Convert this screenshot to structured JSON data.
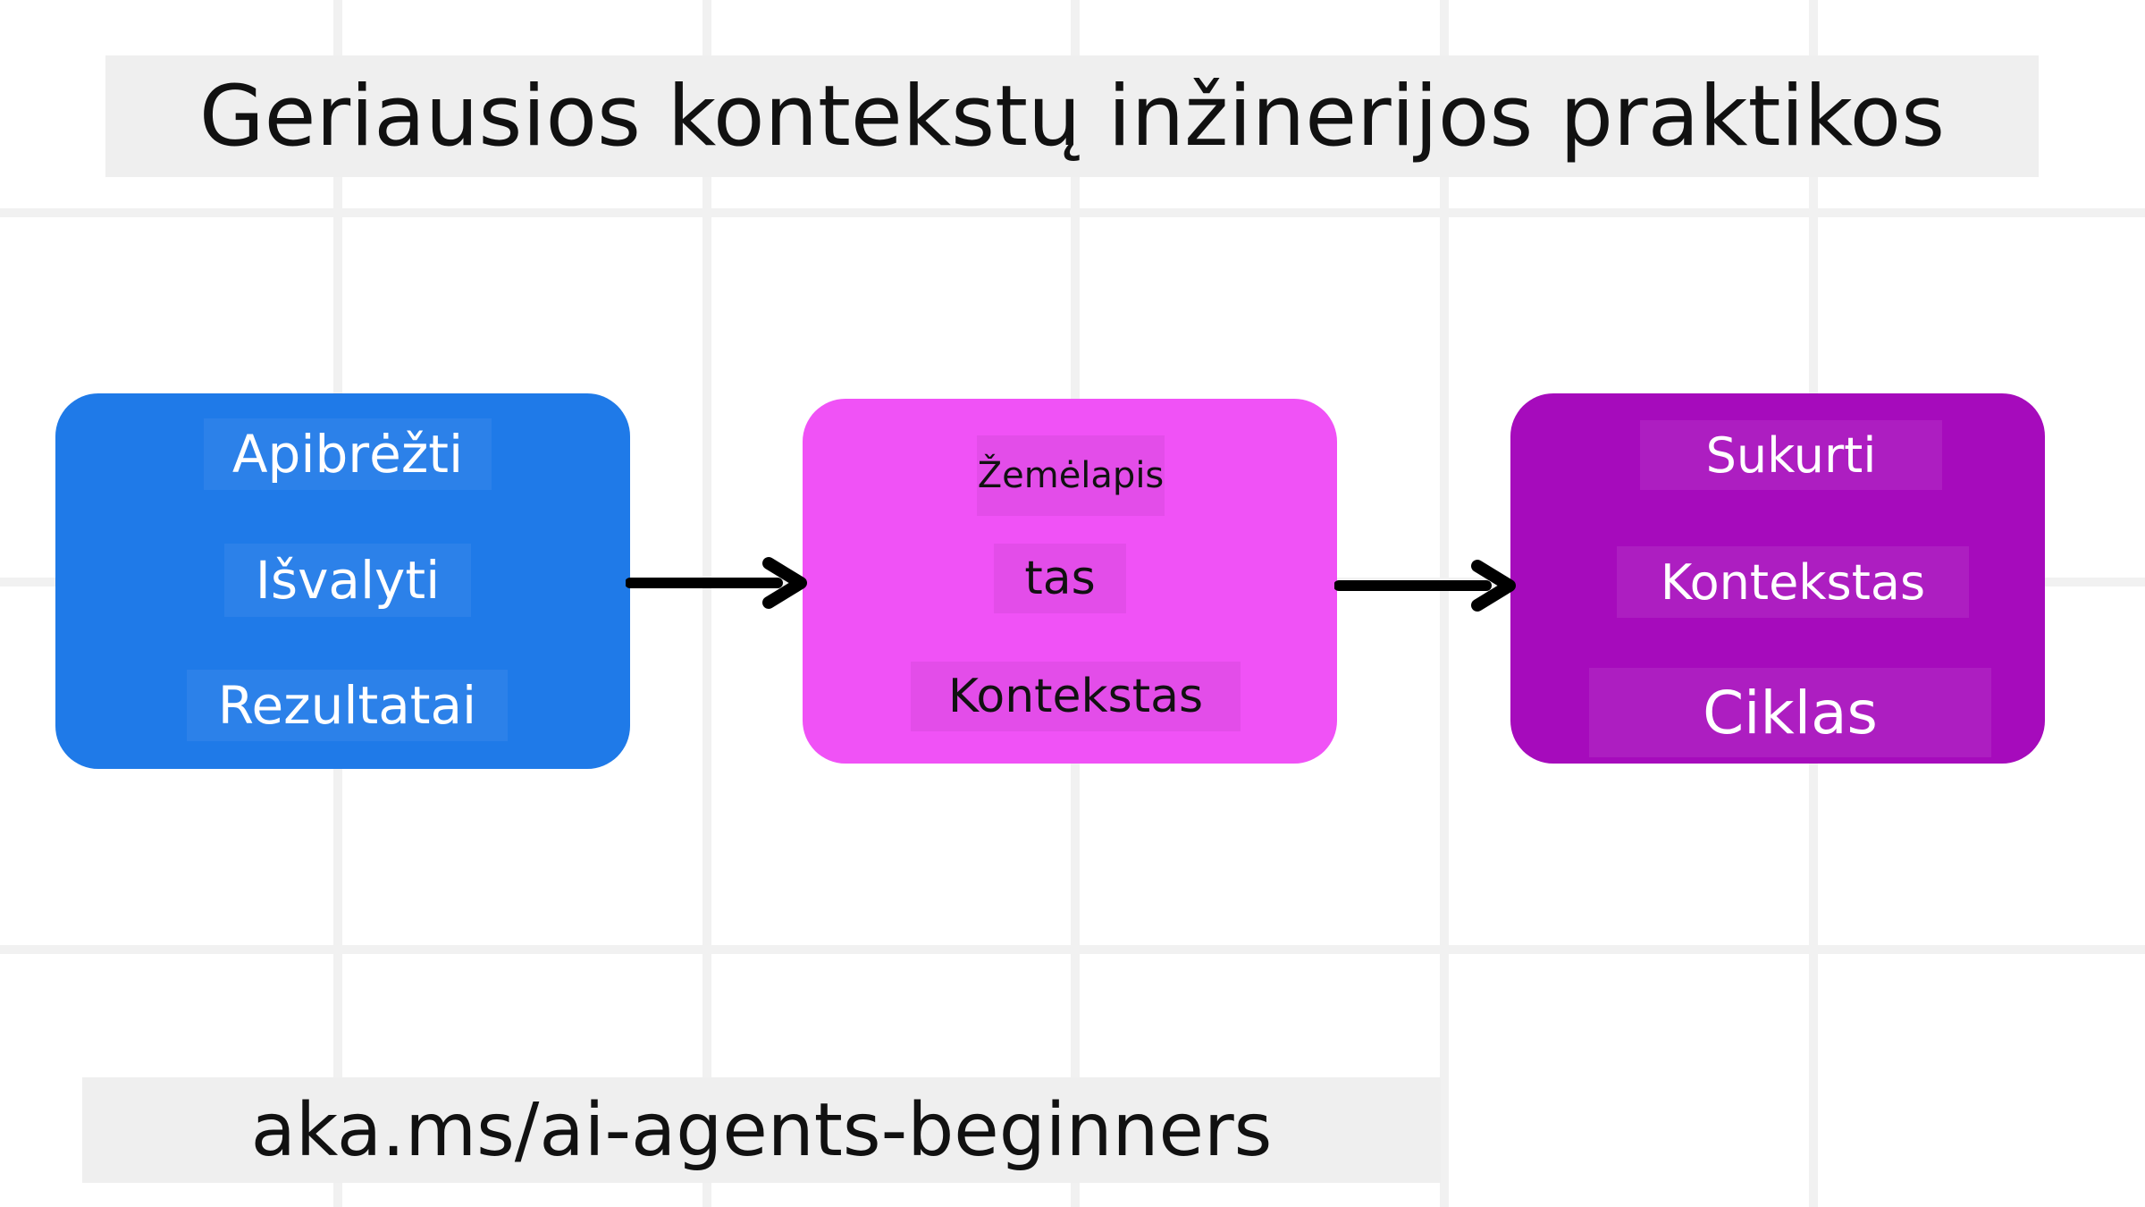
{
  "title": "Geriausios kontekstų inžinerijos praktikos",
  "footer": "aka.ms/ai-agents-beginners",
  "colors": {
    "step1": "#1f7ae8",
    "step2": "#f052f6",
    "step3": "#a60bbc",
    "arrow": "#000000"
  },
  "steps": [
    {
      "lines": [
        "Apibrėžti",
        "Išvalyti",
        "Rezultatai"
      ]
    },
    {
      "lines": [
        "Žemėlapis",
        "tas",
        "Kontekstas"
      ]
    },
    {
      "lines": [
        "Sukurti",
        "Kontekstas",
        "Ciklas"
      ]
    }
  ]
}
